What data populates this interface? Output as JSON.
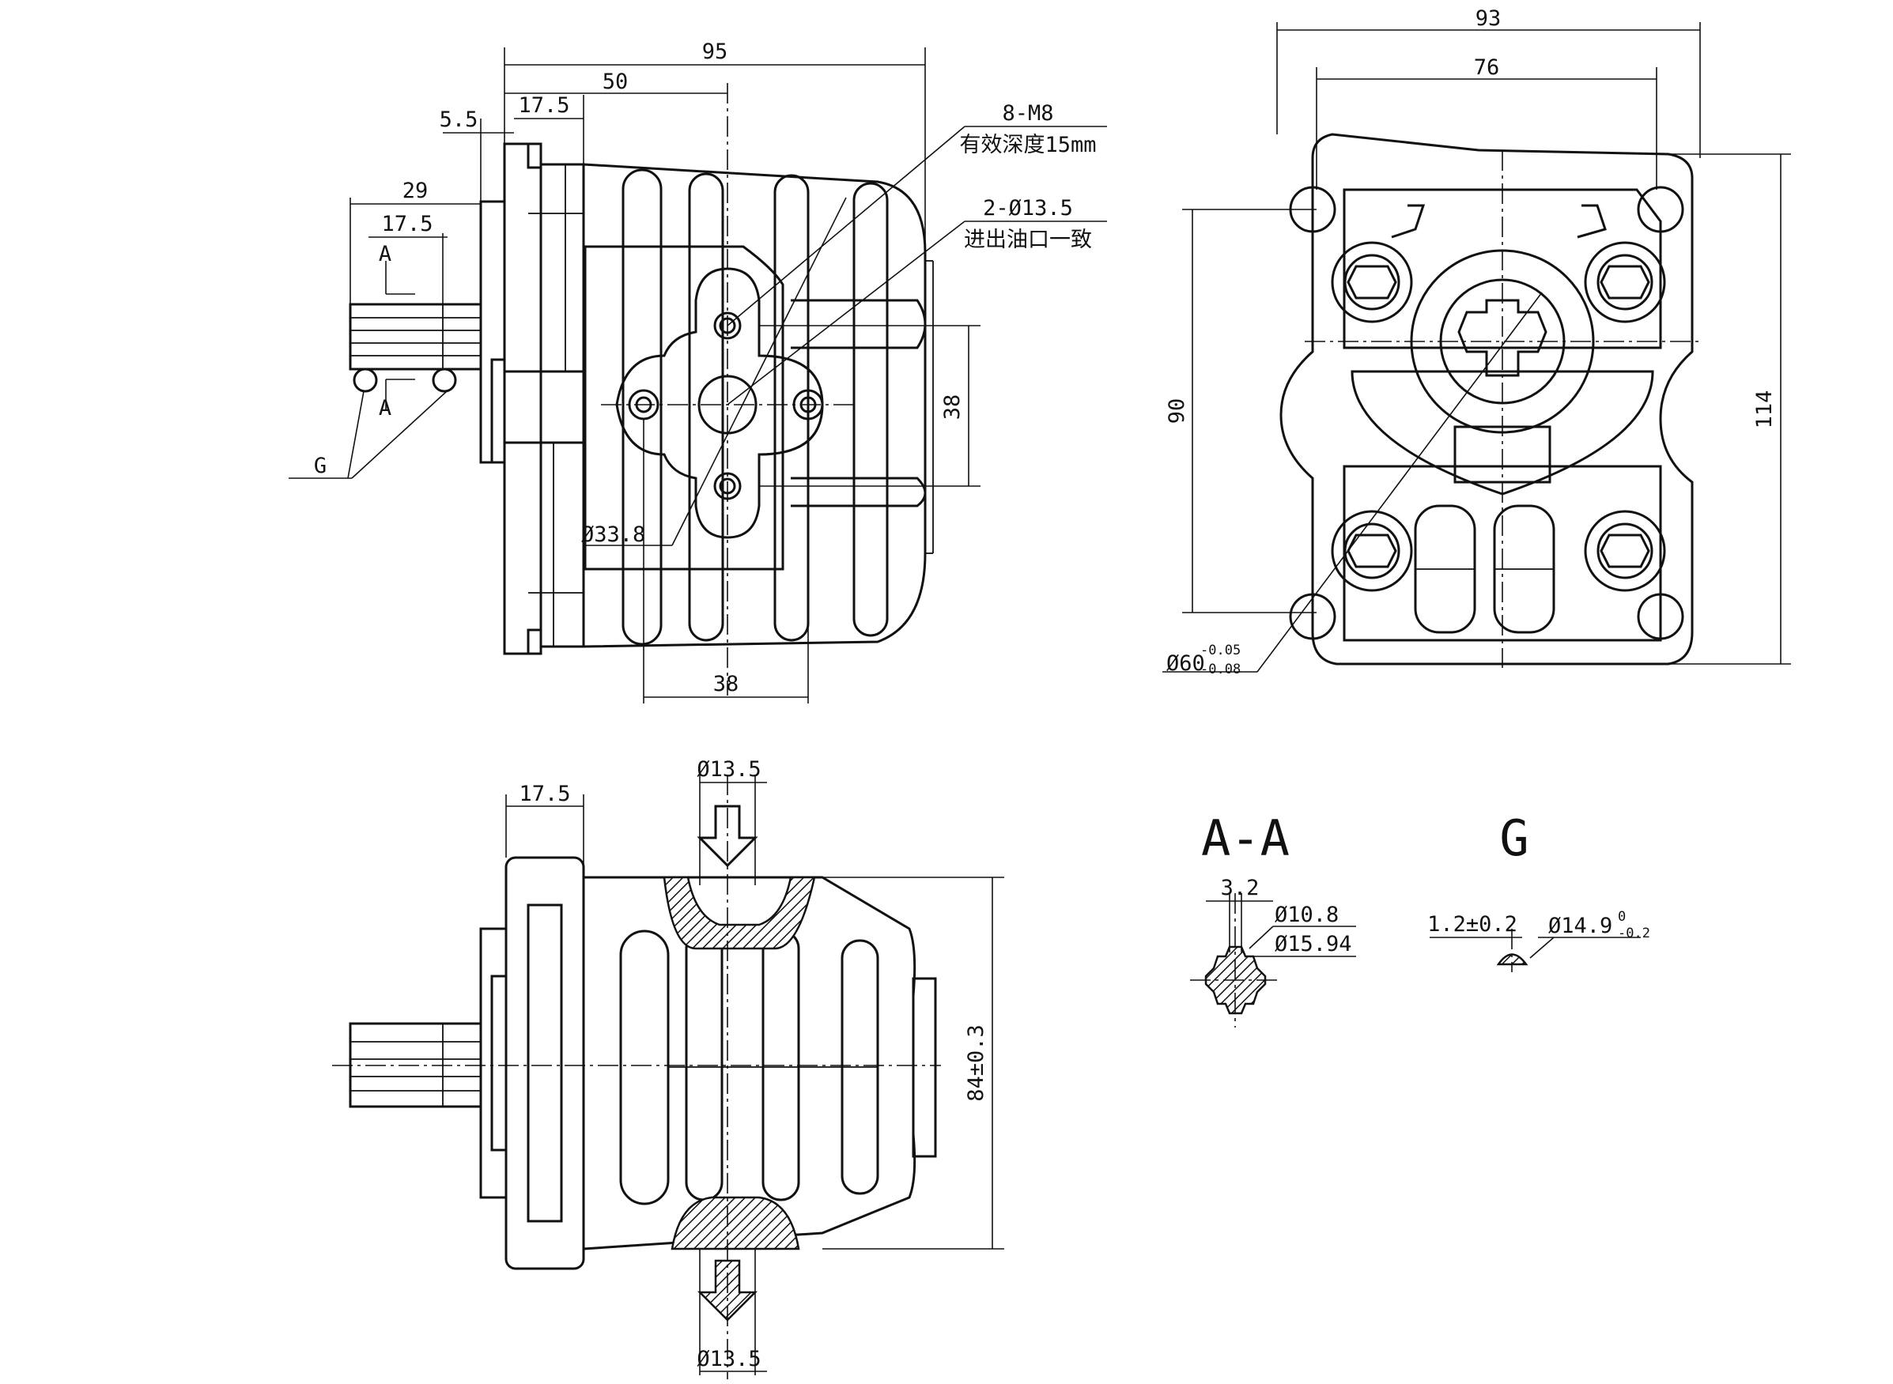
{
  "front_view": {
    "dims": {
      "d95": "95",
      "d50": "50",
      "d17_5": "17.5",
      "d5_5": "5.5",
      "d29": "29",
      "d17_5_spline": "17.5",
      "d38_v": "38",
      "d38_h": "38",
      "d33_8": "Ø33.8"
    },
    "notes": {
      "bolt_holes_line1": "8-M8",
      "bolt_holes_line2": "有效深度15mm",
      "ports_line1": "2-Ø13.5",
      "ports_line2": "进出油口一致"
    },
    "labels": {
      "section_a_top": "A",
      "section_a_bottom": "A",
      "detail_g": "G"
    }
  },
  "end_view": {
    "dims": {
      "d93": "93",
      "d76": "76",
      "d90": "90",
      "d114": "114",
      "d60_base": "Ø60",
      "d60_tol_upper": "-0.05",
      "d60_tol_lower": "-0.08"
    }
  },
  "side_view": {
    "dims": {
      "d17_5": "17.5",
      "port_top": "Ø13.5",
      "port_bottom": "Ø13.5",
      "d84": "84±0.3"
    }
  },
  "section_aa": {
    "title": "A-A",
    "dims": {
      "d3_2": "3.2",
      "d10_8": "Ø10.8",
      "d15_94": "Ø15.94"
    }
  },
  "detail_g": {
    "title": "G",
    "dims": {
      "d1_2": "1.2±0.2",
      "d14_9": "Ø14.9",
      "d14_9_tol_upper": "0",
      "d14_9_tol_lower": "-0.2"
    }
  }
}
